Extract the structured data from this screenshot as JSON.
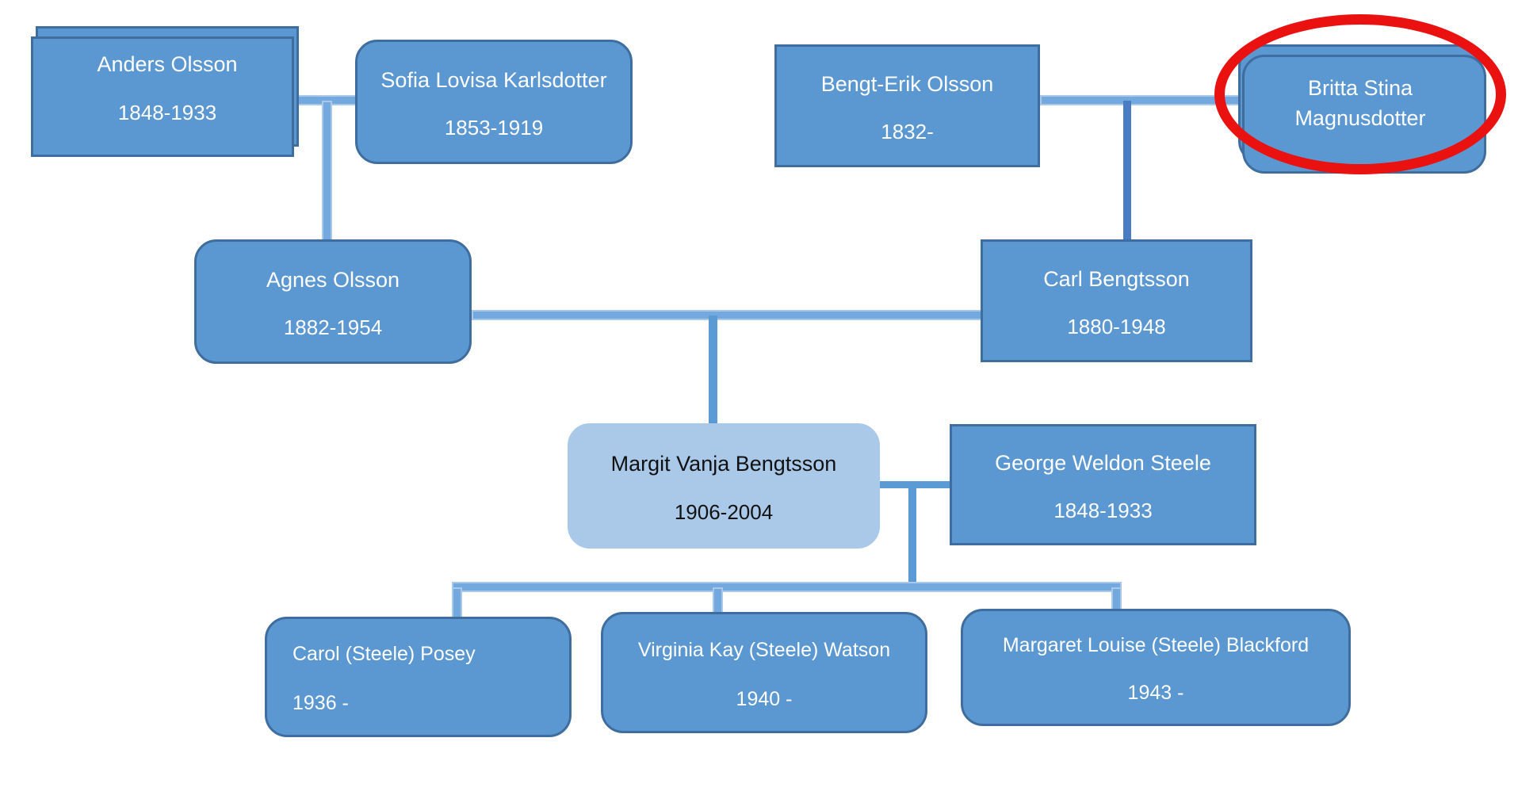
{
  "diagram": {
    "type": "family-tree",
    "background": "#ffffff",
    "colors": {
      "box_fill": "#5b97d0",
      "box_border": "#3f6e9e",
      "highlight_box_fill": "#aac9e8",
      "connector_light": "#74a9e0",
      "connector_medium": "#5b9bd5",
      "connector_dark": "#4a7cc4",
      "annotation_red": "#ea1111",
      "text_on_blue": "#ffffff",
      "text_on_light": "#111111"
    },
    "nodes": [
      {
        "name": "Anders Olsson",
        "dates": "1848-1933"
      },
      {
        "name": "Sofia Lovisa Karlsdotter",
        "dates": "1853-1919"
      },
      {
        "name": "Bengt-Erik Olsson",
        "dates": "1832-"
      },
      {
        "name": "Britta Stina Magnusdotter"
      },
      {
        "name": "Agnes Olsson",
        "dates": "1882-1954"
      },
      {
        "name": "Carl Bengtsson",
        "dates": "1880-1948"
      },
      {
        "name": "Margit Vanja Bengtsson",
        "dates": "1906-2004"
      },
      {
        "name": "George Weldon Steele",
        "dates": "1848-1933"
      },
      {
        "name": "Carol (Steele) Posey",
        "dates": "1936 -"
      },
      {
        "name": "Virginia Kay (Steele) Watson",
        "dates": "1940 -"
      },
      {
        "name": "Margaret Louise (Steele) Blackford",
        "dates": "1943 -"
      }
    ],
    "edges": [
      "Anders Olsson + Sofia Lovisa Karlsdotter -> Agnes Olsson",
      "Bengt-Erik Olsson + Britta Stina Magnusdotter -> Carl Bengtsson",
      "Agnes Olsson + Carl Bengtsson -> Margit Vanja Bengtsson",
      "Margit Vanja Bengtsson + George Weldon Steele -> Carol (Steele) Posey",
      "Margit Vanja Bengtsson + George Weldon Steele -> Virginia Kay (Steele) Watson",
      "Margit Vanja Bengtsson + George Weldon Steele -> Margaret Louise (Steele) Blackford"
    ],
    "annotation": {
      "shape": "ellipse",
      "around": "Britta Stina Magnusdotter",
      "color": "#ea1111"
    }
  }
}
